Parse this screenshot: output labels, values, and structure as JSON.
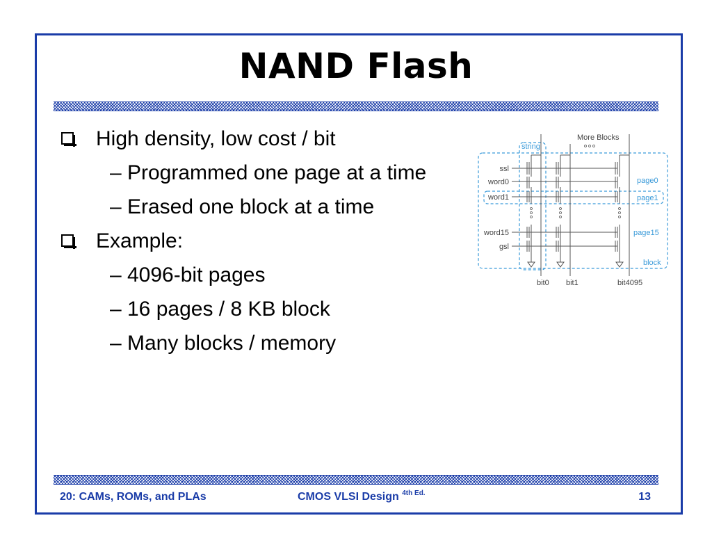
{
  "slide": {
    "title": "NAND Flash",
    "bullets": [
      {
        "level": 1,
        "text": "High density, low cost / bit"
      },
      {
        "level": 2,
        "text": "Programmed one page at a time"
      },
      {
        "level": 2,
        "text": "Erased one block at a time"
      },
      {
        "level": 1,
        "text": "Example:"
      },
      {
        "level": 2,
        "text": "4096-bit pages"
      },
      {
        "level": 2,
        "text": "16 pages / 8 KB block"
      },
      {
        "level": 2,
        "text": "Many blocks / memory"
      }
    ],
    "dash_glyph": "–"
  },
  "diagram": {
    "more_blocks": "More Blocks",
    "string": "string",
    "row_labels": {
      "ssl": "ssl",
      "word0": "word0",
      "word1": "word1",
      "word15": "word15",
      "gsl": "gsl"
    },
    "page_labels": {
      "page0": "page0",
      "page1": "page1",
      "page15": "page15",
      "block": "block"
    },
    "bit_labels": {
      "bit0": "bit0",
      "bit1": "bit1",
      "bit4095": "bit4095"
    },
    "accent_color": "#3a9ad9"
  },
  "footer": {
    "left": "20: CAMs, ROMs, and PLAs",
    "center": "CMOS VLSI Design",
    "center_sup": "4th Ed.",
    "page_number": "13"
  },
  "colors": {
    "frame": "#1a3ca8",
    "footer_text": "#1a3ca8",
    "diagram_accent": "#3a9ad9"
  }
}
